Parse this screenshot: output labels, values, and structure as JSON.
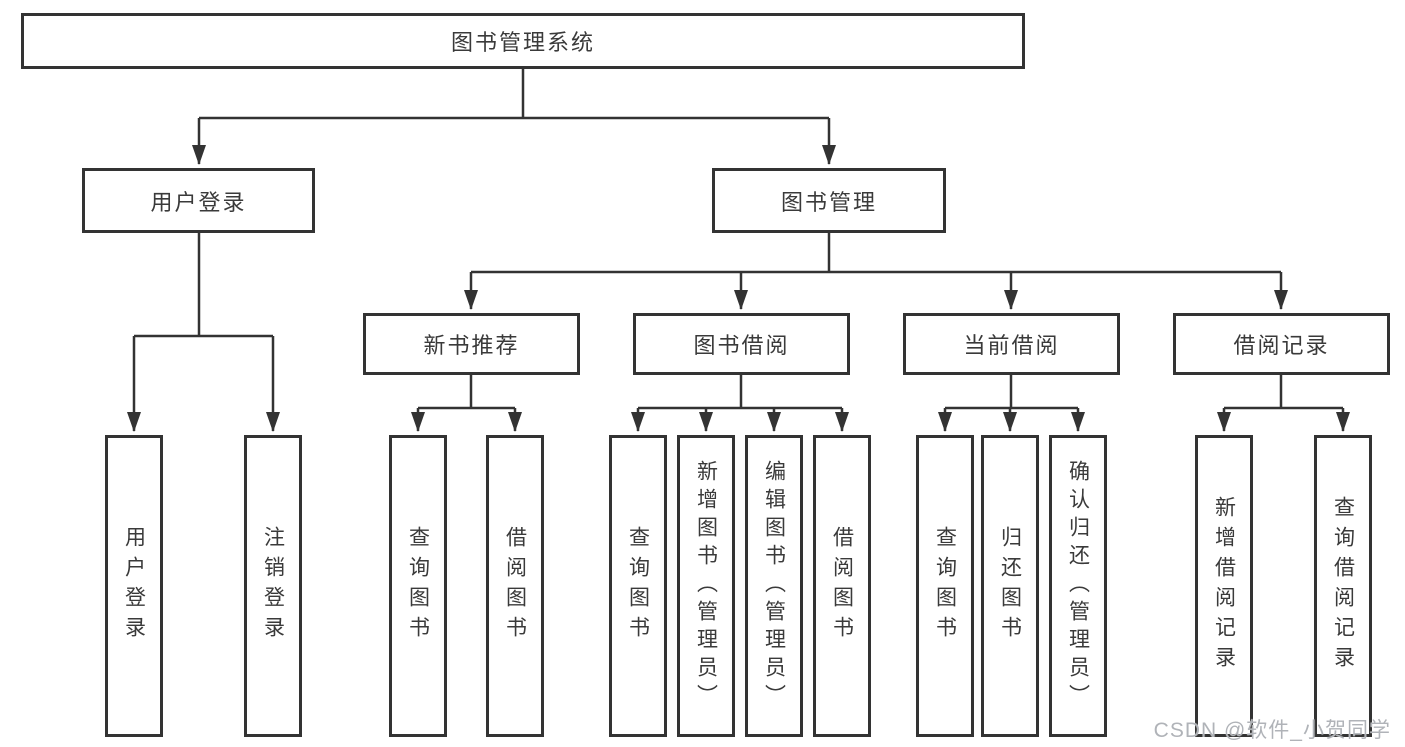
{
  "title": "图书管理系统",
  "branches": [
    {
      "label": "用户登录",
      "children": [
        "用户登录",
        "注销登录"
      ]
    },
    {
      "label": "图书管理",
      "sections": [
        {
          "label": "新书推荐",
          "children": [
            "查询图书",
            "借阅图书"
          ]
        },
        {
          "label": "图书借阅",
          "children": [
            "查询图书",
            "新增图书（管理员）",
            "编辑图书（管理员）",
            "借阅图书"
          ]
        },
        {
          "label": "当前借阅",
          "children": [
            "查询图书",
            "归还图书",
            "确认归还（管理员）"
          ]
        },
        {
          "label": "借阅记录",
          "children": [
            "新增借阅记录",
            "查询借阅记录"
          ]
        }
      ]
    }
  ],
  "watermark": "CSDN @软件_小贺同学",
  "colors": {
    "line": "#333333",
    "text": "#3a3a3a",
    "watermark": "#b0b3b8",
    "background": "#ffffff"
  }
}
